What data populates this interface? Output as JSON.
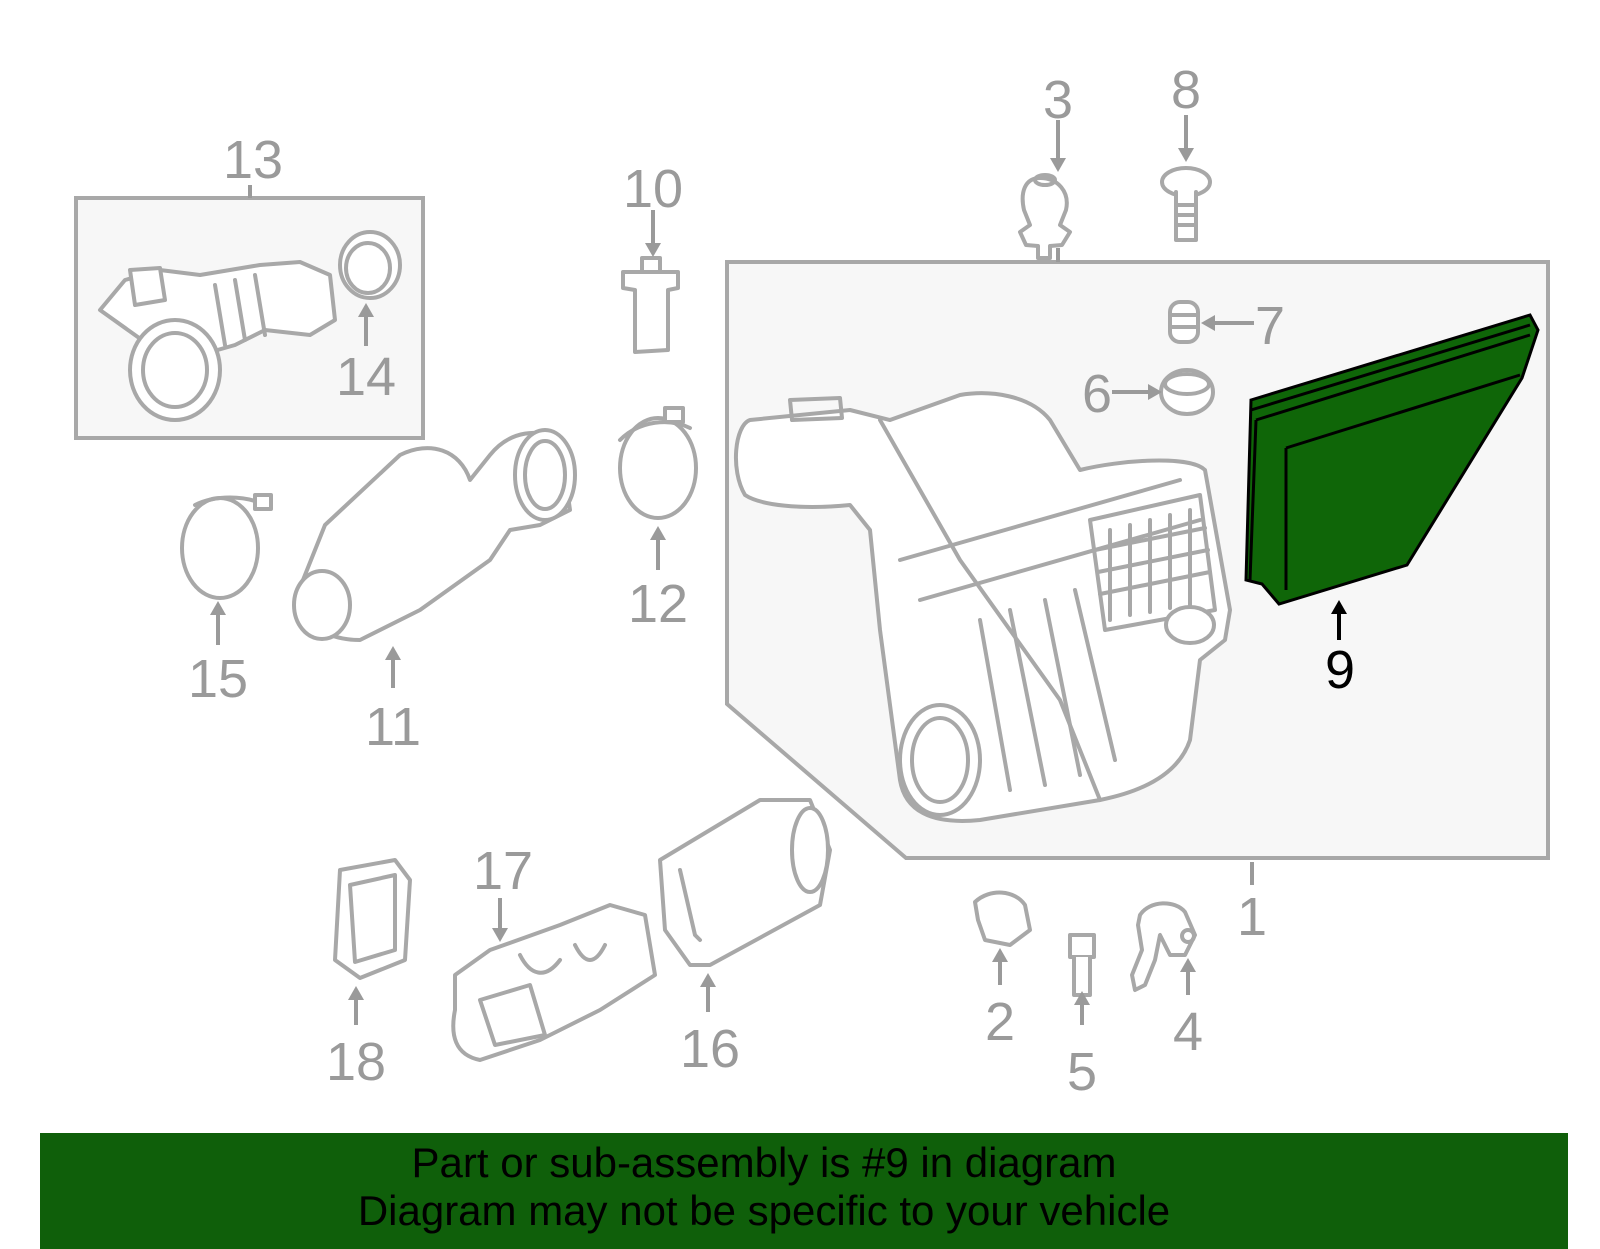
{
  "callouts": {
    "c1": "1",
    "c2": "2",
    "c3": "3",
    "c4": "4",
    "c5": "5",
    "c6": "6",
    "c7": "7",
    "c8": "8",
    "c9": "9",
    "c10": "10",
    "c11": "11",
    "c12": "12",
    "c13": "13",
    "c14": "14",
    "c15": "15",
    "c16": "16",
    "c17": "17",
    "c18": "18"
  },
  "highlighted_part": "9",
  "colors": {
    "highlight_fill": "#0f6608",
    "banner_bg": "#0f5f0a",
    "part_stroke": "#a8a8a8",
    "label_gray": "#9a9a9a"
  },
  "banner": {
    "line1": "Part or sub-assembly is #9 in diagram",
    "line2": "Diagram may not be specific to your vehicle"
  }
}
